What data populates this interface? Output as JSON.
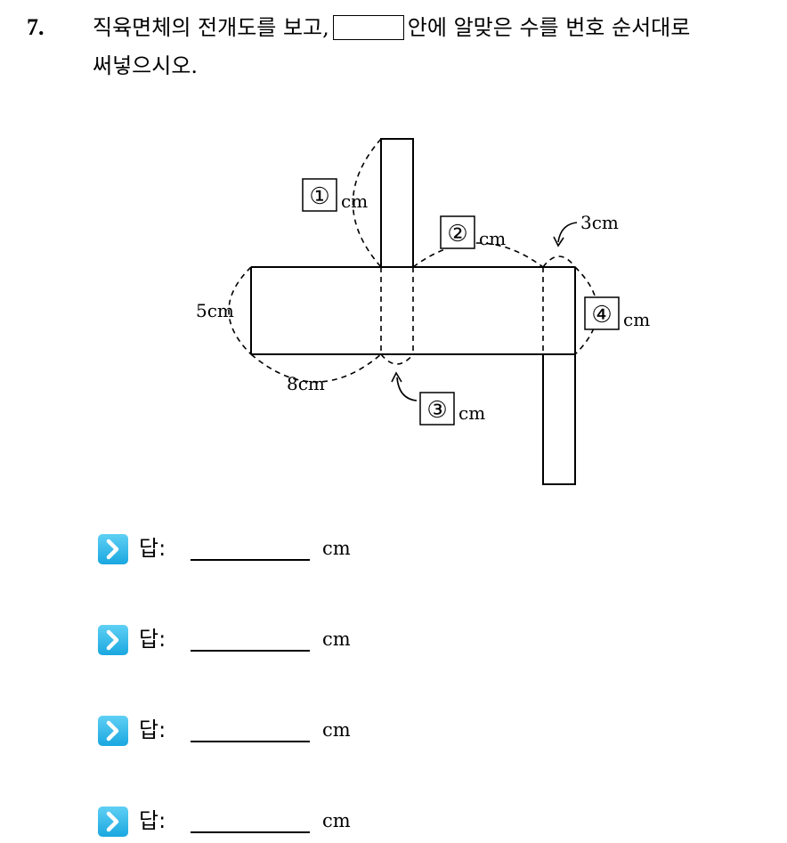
{
  "question": {
    "number": "7.",
    "line1_before": "직육면체의 전개도를 보고,",
    "line1_after": "안에 알맞은 수를 번호 순서대로",
    "line2": "써넣으시오."
  },
  "figure": {
    "label_1": "①",
    "label_2": "②",
    "label_3": "③",
    "label_4": "④",
    "unit": "cm",
    "dim_3cm": "3cm",
    "dim_5cm": "5cm",
    "dim_8cm": "8cm"
  },
  "answers": [
    {
      "label": "답:",
      "unit": "cm"
    },
    {
      "label": "답:",
      "unit": "cm"
    },
    {
      "label": "답:",
      "unit": "cm"
    },
    {
      "label": "답:",
      "unit": "cm"
    }
  ],
  "colors": {
    "icon_top": "#5fd0f4",
    "icon_bottom": "#1aa7e0"
  }
}
